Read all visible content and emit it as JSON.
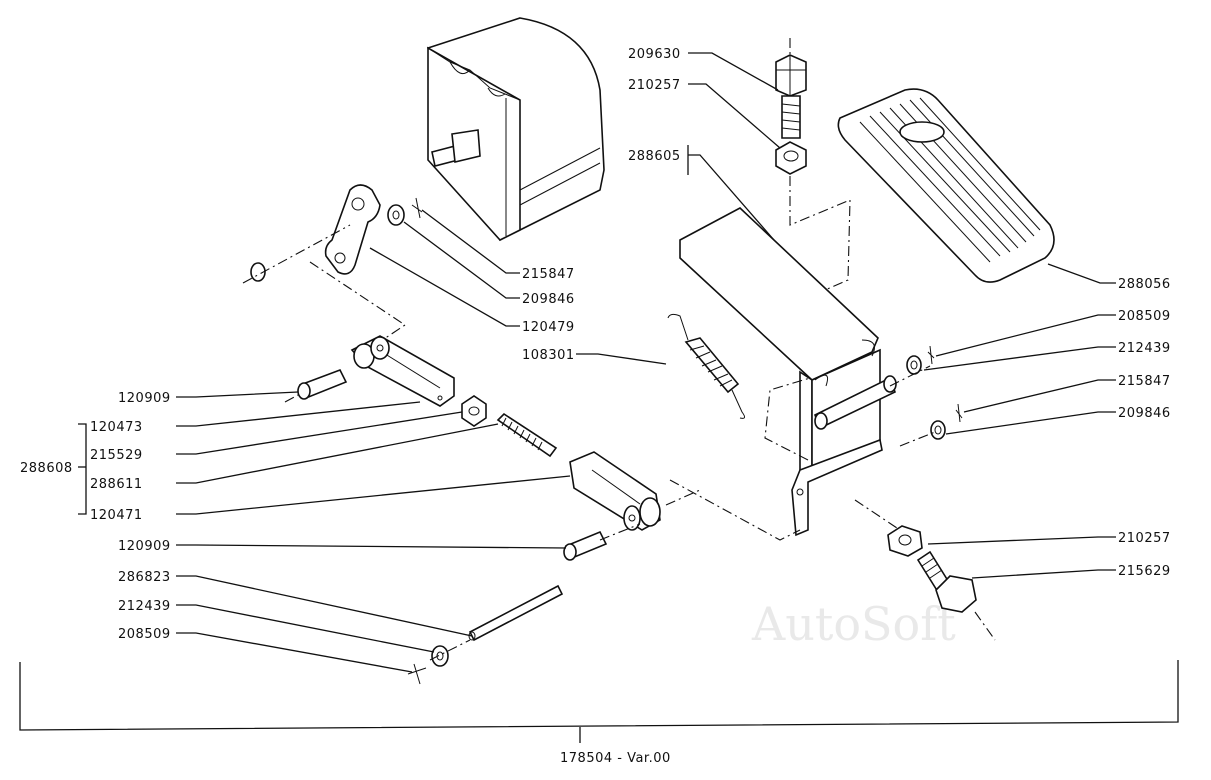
{
  "labels": {
    "p209630": "209630",
    "p210257_top": "210257",
    "p288605": "288605",
    "p215847_left": "215847",
    "p209846_left": "209846",
    "p120479": "120479",
    "p108301": "108301",
    "p288056": "288056",
    "p208509_right": "208509",
    "p212439_right": "212439",
    "p215847_right": "215847",
    "p209846_right": "209846",
    "p120909_top": "120909",
    "p120473": "120473",
    "p215529": "215529",
    "p288608": "288608",
    "p288611": "288611",
    "p120471": "120471",
    "p120909_bottom": "120909",
    "p286823": "286823",
    "p212439_left": "212439",
    "p208509_left": "208509",
    "p210257_bottom": "210257",
    "p215629": "215629",
    "assembly": "178504 - Var.00"
  },
  "watermark": "AutoSoft"
}
